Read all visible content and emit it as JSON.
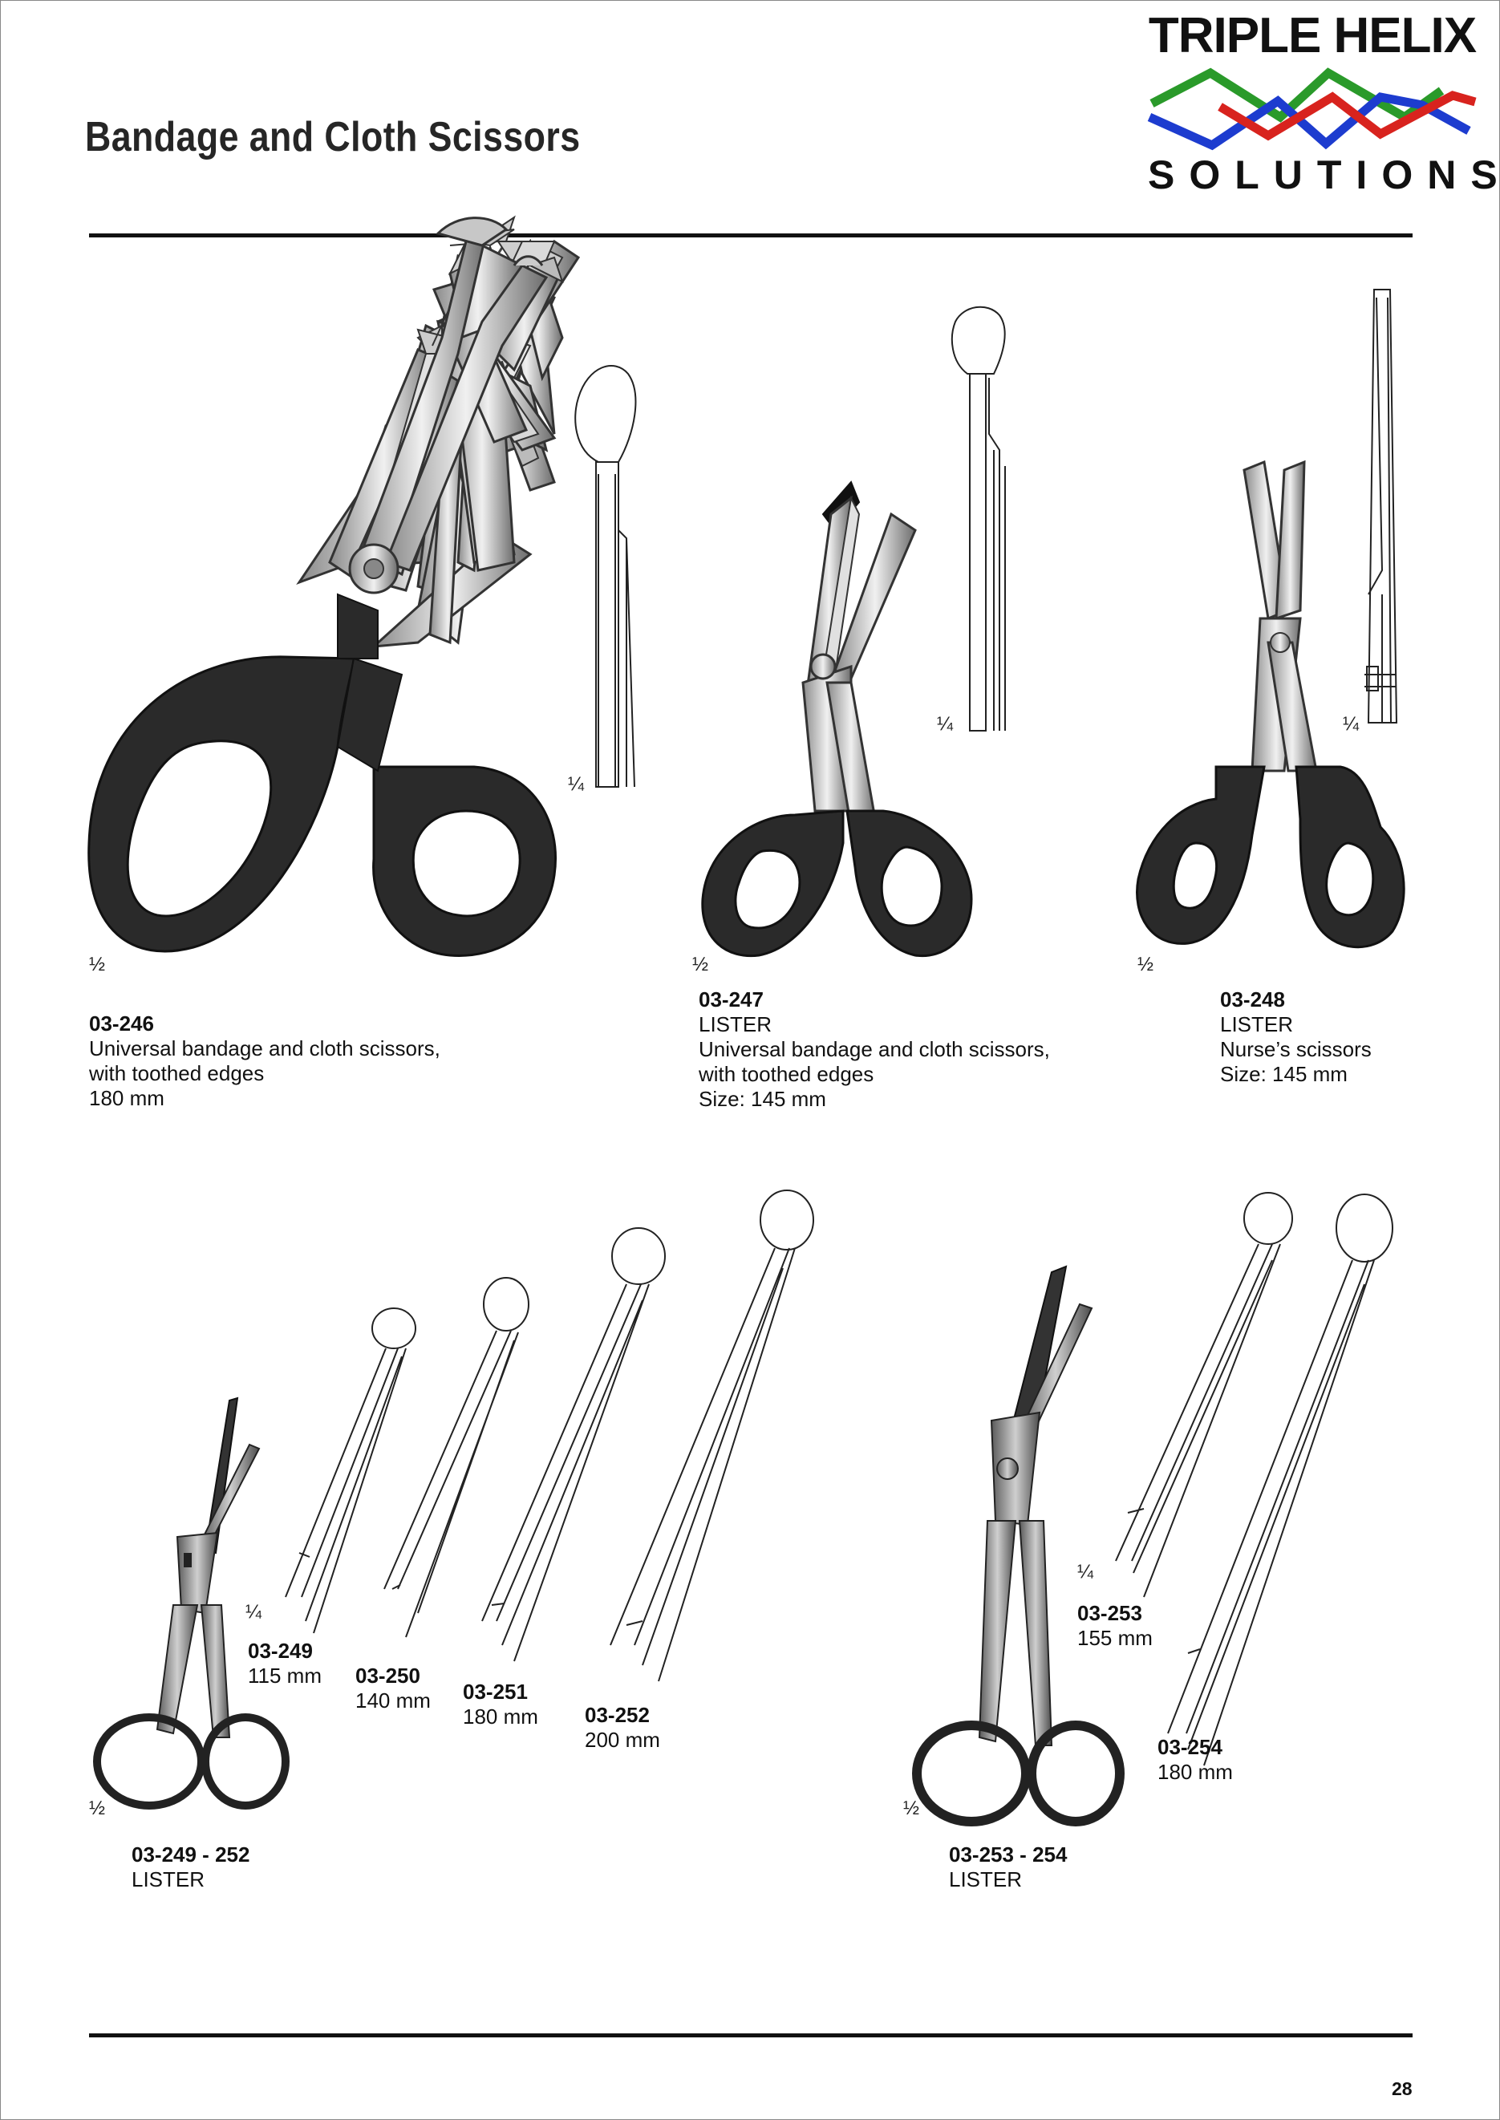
{
  "page": {
    "title": "Bandage and Cloth Scissors",
    "page_number": "28"
  },
  "logo": {
    "top_text": "TRIPLE HELIX",
    "bottom_text": "SOLUTIONS",
    "colors": {
      "green": "#2a9a2a",
      "blue": "#1d3ccf",
      "red": "#d8231e"
    }
  },
  "scales": {
    "s1": "½",
    "s2": "¼",
    "s3": "½",
    "s4": "¼",
    "s5": "½",
    "s6": "¼",
    "s7": "¼",
    "s8": "½",
    "s9": "¼",
    "s10": "½"
  },
  "products": {
    "p246": {
      "code": "03-246",
      "desc1": "Universal bandage and cloth scissors,",
      "desc2": "with toothed edges",
      "size": "180 mm"
    },
    "p247": {
      "code": "03-247",
      "name": "LISTER",
      "desc1": "Universal bandage and cloth scissors,",
      "desc2": "with toothed edges",
      "size": "Size: 145 mm"
    },
    "p248": {
      "code": "03-248",
      "name": "LISTER",
      "desc1": "Nurse’s scissors",
      "size": "Size: 145 mm"
    },
    "p249": {
      "code": "03-249",
      "size": "115 mm"
    },
    "p250": {
      "code": "03-250",
      "size": "140 mm"
    },
    "p251": {
      "code": "03-251",
      "size": "180 mm"
    },
    "p252": {
      "code": "03-252",
      "size": "200 mm"
    },
    "g249": {
      "code": "03-249 - 252",
      "name": "LISTER"
    },
    "p253": {
      "code": "03-253",
      "size": "155 mm"
    },
    "p254": {
      "code": "03-254",
      "size": "180 mm"
    },
    "g253": {
      "code": "03-253 - 254",
      "name": "LISTER"
    }
  }
}
